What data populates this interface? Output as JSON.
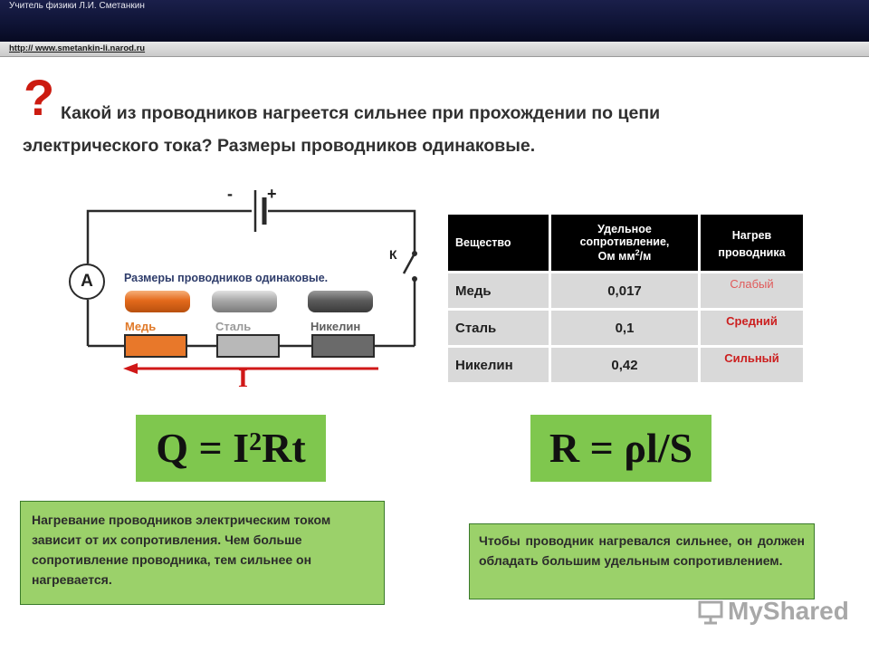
{
  "header": {
    "author": "Учитель физики Л.И. Сметанкин",
    "url": "http:// www.smetankin-li.narod.ru"
  },
  "question": {
    "mark": "?",
    "line1": "Какой из проводников нагреется сильнее при прохождении по цепи",
    "line2": "электрического тока? Размеры проводников одинаковые."
  },
  "circuit": {
    "minus": "-",
    "plus": "+",
    "switch_label": "К",
    "ammeter_label": "А",
    "sizes_note": "Размеры проводников одинаковые.",
    "labels": [
      "Медь",
      "Сталь",
      "Никелин"
    ],
    "current_label": "I",
    "colors": {
      "copper": "#e07a2a",
      "steel": "#9a9a9a",
      "nickeline": "#5e5e5e",
      "arrow": "#d01818"
    }
  },
  "table": {
    "headers": {
      "substance": "Вещество",
      "resistivity_1": "Удельное",
      "resistivity_2": "сопротивление,",
      "resistivity_3": "Ом мм",
      "resistivity_sup": "2",
      "resistivity_4": "/м",
      "heating_1": "Нагрев",
      "heating_2": "проводника"
    },
    "rows": [
      {
        "substance": "Медь",
        "resistivity": "0,017",
        "heating": "Слабый"
      },
      {
        "substance": "Сталь",
        "resistivity": "0,1",
        "heating": "Средний"
      },
      {
        "substance": "Никелин",
        "resistivity": "0,42",
        "heating": "Сильный"
      }
    ]
  },
  "formulas": {
    "joule_a": "Q = I",
    "joule_sup": "2",
    "joule_b": "Rt",
    "resistance": "R = ρl/S"
  },
  "notes": {
    "left": "Нагревание проводников электрическим током зависит от их сопротивления. Чем больше сопротивление проводника, тем сильнее он нагревается.",
    "right": "Чтобы проводник нагревался сильнее, он должен обладать большим удельным сопротивлением."
  },
  "watermark": {
    "text": "MyShared"
  },
  "accent_colors": {
    "question_mark": "#cc1b10",
    "formula_bg": "#7fc74e",
    "note_bg": "#9bd16a"
  }
}
